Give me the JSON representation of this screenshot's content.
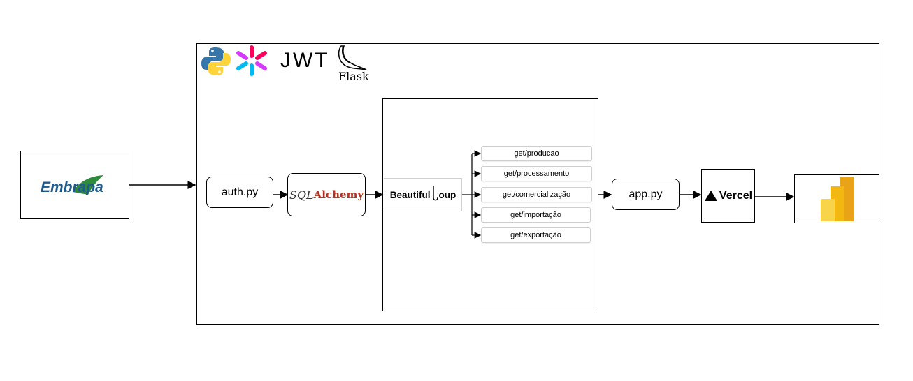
{
  "source": {
    "logo_text": "Embrapa",
    "logo_color": "#1e5a8c",
    "accent_color": "#2e8b3e"
  },
  "tech_logos": {
    "jwt": "JWT",
    "flask": "Flask"
  },
  "nodes": {
    "auth": "auth.py",
    "sqlalchemy_sql": "SQL",
    "sqlalchemy_alchemy": "Alchemy",
    "beautifulsoup_a": "Beautiful",
    "beautifulsoup_b": "oup",
    "app": "app.py",
    "vercel": "Vercel"
  },
  "endpoints": [
    "get/producao",
    "get/processamento",
    "get/comercialização",
    "get/importação",
    "get/exportação"
  ],
  "colors": {
    "sqlalchemy_red": "#b5301e",
    "powerbi_yellow": "#f2c811",
    "powerbi_orange": "#e8a317"
  }
}
